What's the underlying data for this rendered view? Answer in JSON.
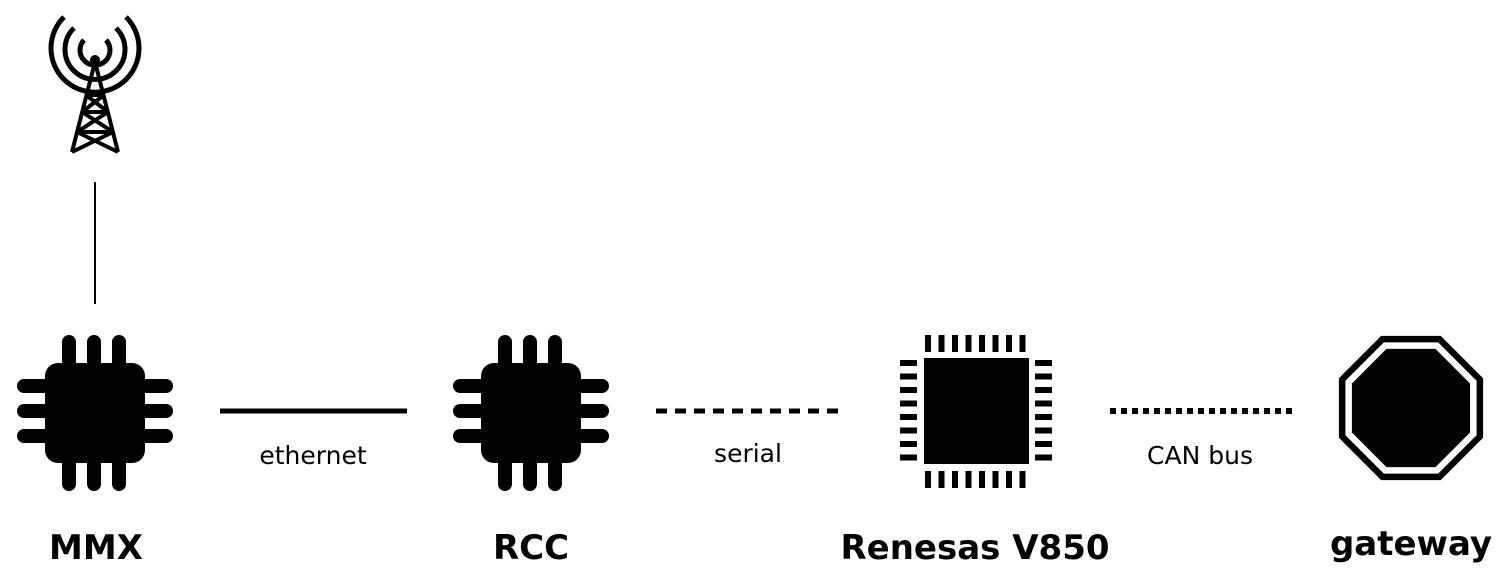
{
  "nodes": {
    "mmx": {
      "label": "MMX"
    },
    "rcc": {
      "label": "RCC"
    },
    "renesas": {
      "label": "Renesas V850"
    },
    "gateway": {
      "label": "gateway"
    }
  },
  "links": {
    "ethernet": {
      "label": "ethernet"
    },
    "serial": {
      "label": "serial"
    },
    "can": {
      "label": "CAN bus"
    }
  },
  "colors": {
    "ink": "#000000",
    "background": "#ffffff"
  }
}
